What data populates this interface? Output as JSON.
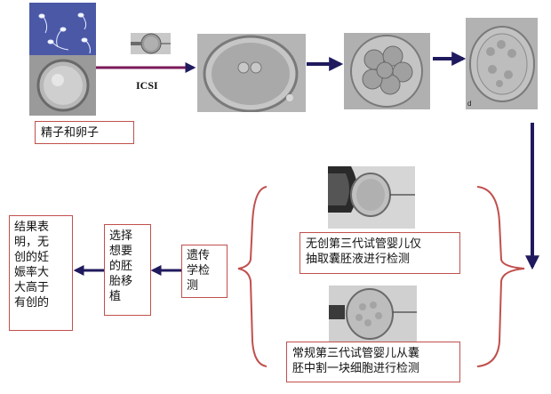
{
  "labels": {
    "sperm_egg": "精子和卵子",
    "icsi": "ICSI",
    "stage_mark": "d",
    "noninvasive_l1": "无创第三代试管婴儿仅",
    "noninvasive_l2": "抽取囊胚液进行检测",
    "conventional_l1": "常规第三代试管婴儿从囊",
    "conventional_l2": "胚中割一块细胞进行检测",
    "genetic_l1": "遗传",
    "genetic_l2": "学检",
    "genetic_l3": "测",
    "select_l1": "选择",
    "select_l2": "想要",
    "select_l3": "的胚",
    "select_l4": "胎移",
    "select_l5": "植",
    "result_l1": "结果表",
    "result_l2": "明，无",
    "result_l3": "创的妊",
    "result_l4": "娠率大",
    "result_l5": "大高于",
    "result_l6": "有创的"
  },
  "colors": {
    "arrow": "#1f1a5e",
    "box_border": "#c0504d",
    "sperm_bg": "#4a58a6"
  },
  "icons": {
    "sperm_photo": "sperm-micrograph",
    "egg_photo": "egg-micrograph",
    "icsi_photo": "icsi-injection-micrograph",
    "zygote_photo": "zygote-micrograph",
    "cleavage_photo": "cleavage-embryo-micrograph",
    "blastocyst_photo": "blastocyst-micrograph",
    "fluid_photo": "blastocoel-fluid-aspiration-micrograph",
    "biopsy_photo": "trophectoderm-biopsy-micrograph"
  }
}
